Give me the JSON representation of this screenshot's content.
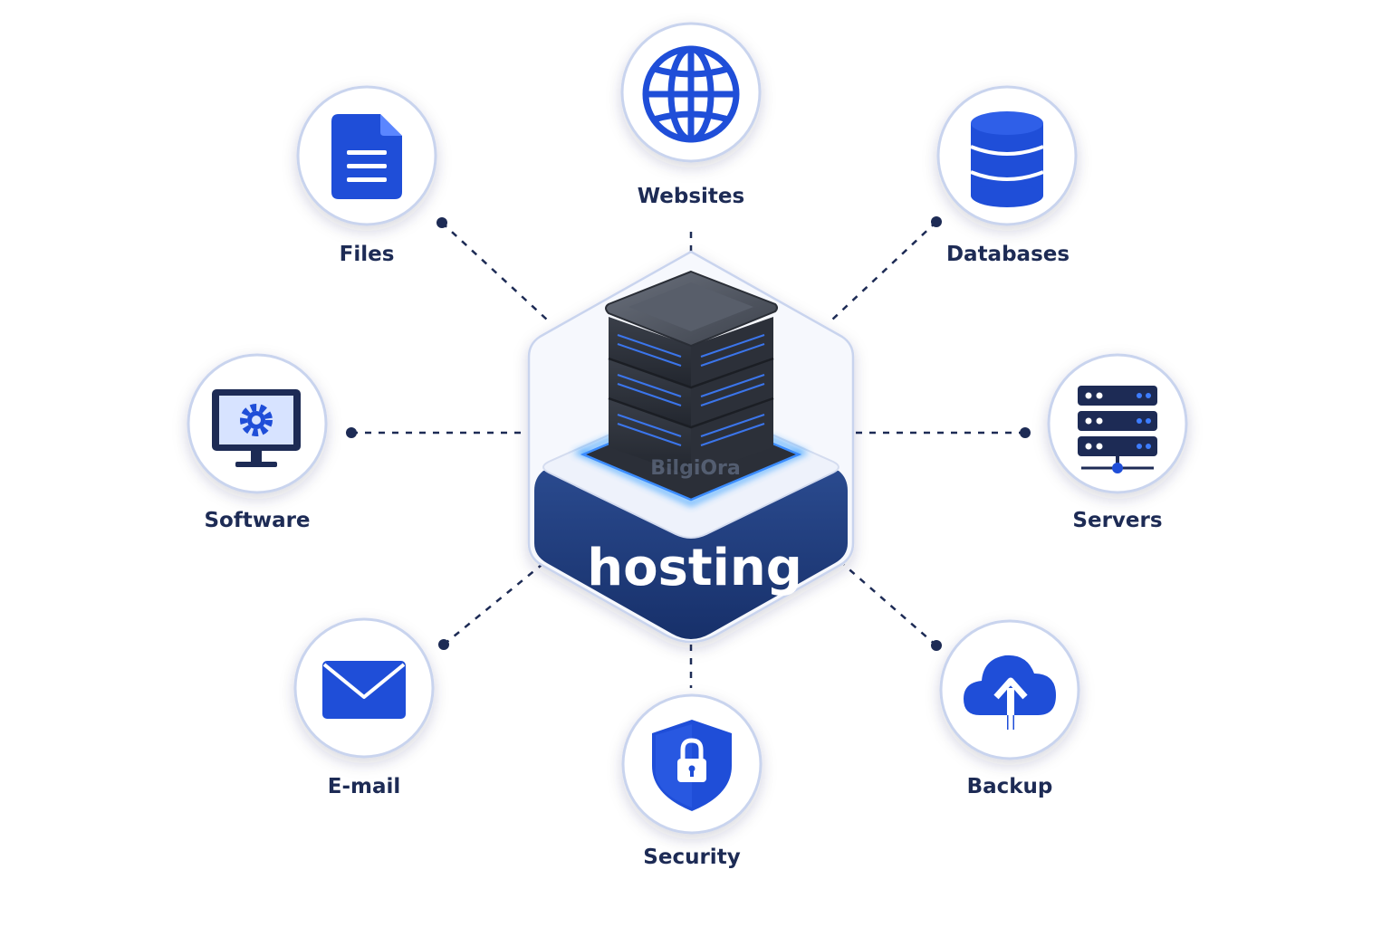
{
  "hub": {
    "title": "hosting",
    "watermark": "BilgiOra"
  },
  "nodes": {
    "websites": "Websites",
    "files": "Files",
    "databases": "Databases",
    "software": "Software",
    "servers": "Servers",
    "email": "E-mail",
    "security": "Security",
    "backup": "Backup"
  },
  "colors": {
    "accent_blue": "#1f4ed8",
    "navy": "#1d2b55",
    "hub_navy": "#1e3a78",
    "connector": "#1d2b55"
  },
  "icons": {
    "websites": "globe-icon",
    "files": "document-icon",
    "databases": "database-icon",
    "software": "monitor-gear-icon",
    "servers": "server-rack-icon",
    "email": "envelope-icon",
    "security": "shield-lock-icon",
    "backup": "cloud-upload-icon"
  }
}
